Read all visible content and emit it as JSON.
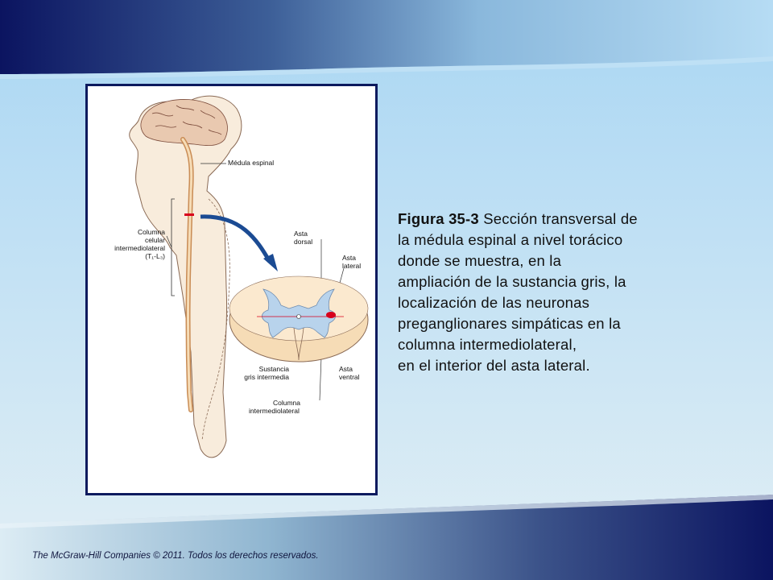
{
  "theme": {
    "navy": "#0b1460",
    "sky": "#a9d3ef",
    "cord": "#f3d9b6",
    "gray_matter": "#b8d3ec",
    "neuron": "#d8001c"
  },
  "figure": {
    "labels": {
      "medula_espinal": "Médula espinal",
      "columna_celular_1": "Columna",
      "columna_celular_2": "celular",
      "columna_celular_3": "intermediolateral",
      "columna_celular_4": "(T₁-L₃)",
      "asta_dorsal_1": "Asta",
      "asta_dorsal_2": "dorsal",
      "asta_lateral_1": "Asta",
      "asta_lateral_2": "lateral",
      "sustancia_1": "Sustancia",
      "sustancia_2": "gris intermedia",
      "asta_ventral_1": "Asta",
      "asta_ventral_2": "ventral",
      "columna_intermedio_1": "Columna",
      "columna_intermedio_2": "intermediolateral"
    }
  },
  "caption": {
    "bold": "Figura 35-3",
    "lines": [
      " Sección transversal de",
      "la médula espinal a nivel torácico",
      "donde se muestra, en la",
      "ampliación de la sustancia gris, la",
      "localización de las neuronas",
      "preganglionares simpáticas en la",
      "columna intermediolateral,",
      "en el interior del asta lateral."
    ]
  },
  "footer": "The McGraw-Hill Companies © 2011. Todos los derechos reservados."
}
